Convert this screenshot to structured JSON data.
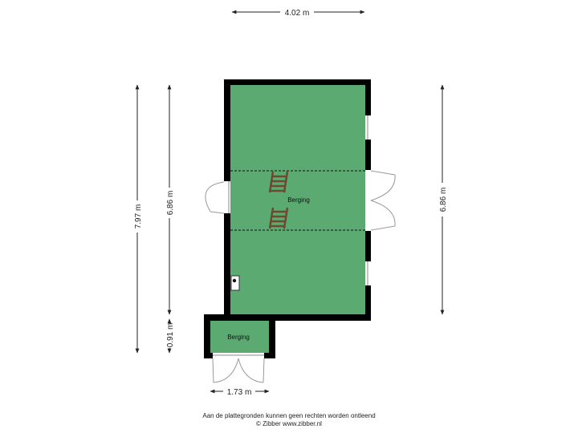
{
  "dimensions": {
    "top_width": "4.02 m",
    "total_height": "7.97 m",
    "left_main_height": "6.86 m",
    "right_main_height": "6.86 m",
    "annex_height": "0.91 m",
    "annex_width": "1.73 m"
  },
  "rooms": {
    "main": "Berging",
    "annex": "Berging"
  },
  "footer": {
    "disclaimer": "Aan de plattegronden kunnen geen rechten worden ontleend",
    "credit": "© Zibber www.zibber.nl"
  },
  "colors": {
    "floor": "#5aaa72",
    "wall": "#000000",
    "stair": "#6b4a2e",
    "dimension": "#222222"
  }
}
